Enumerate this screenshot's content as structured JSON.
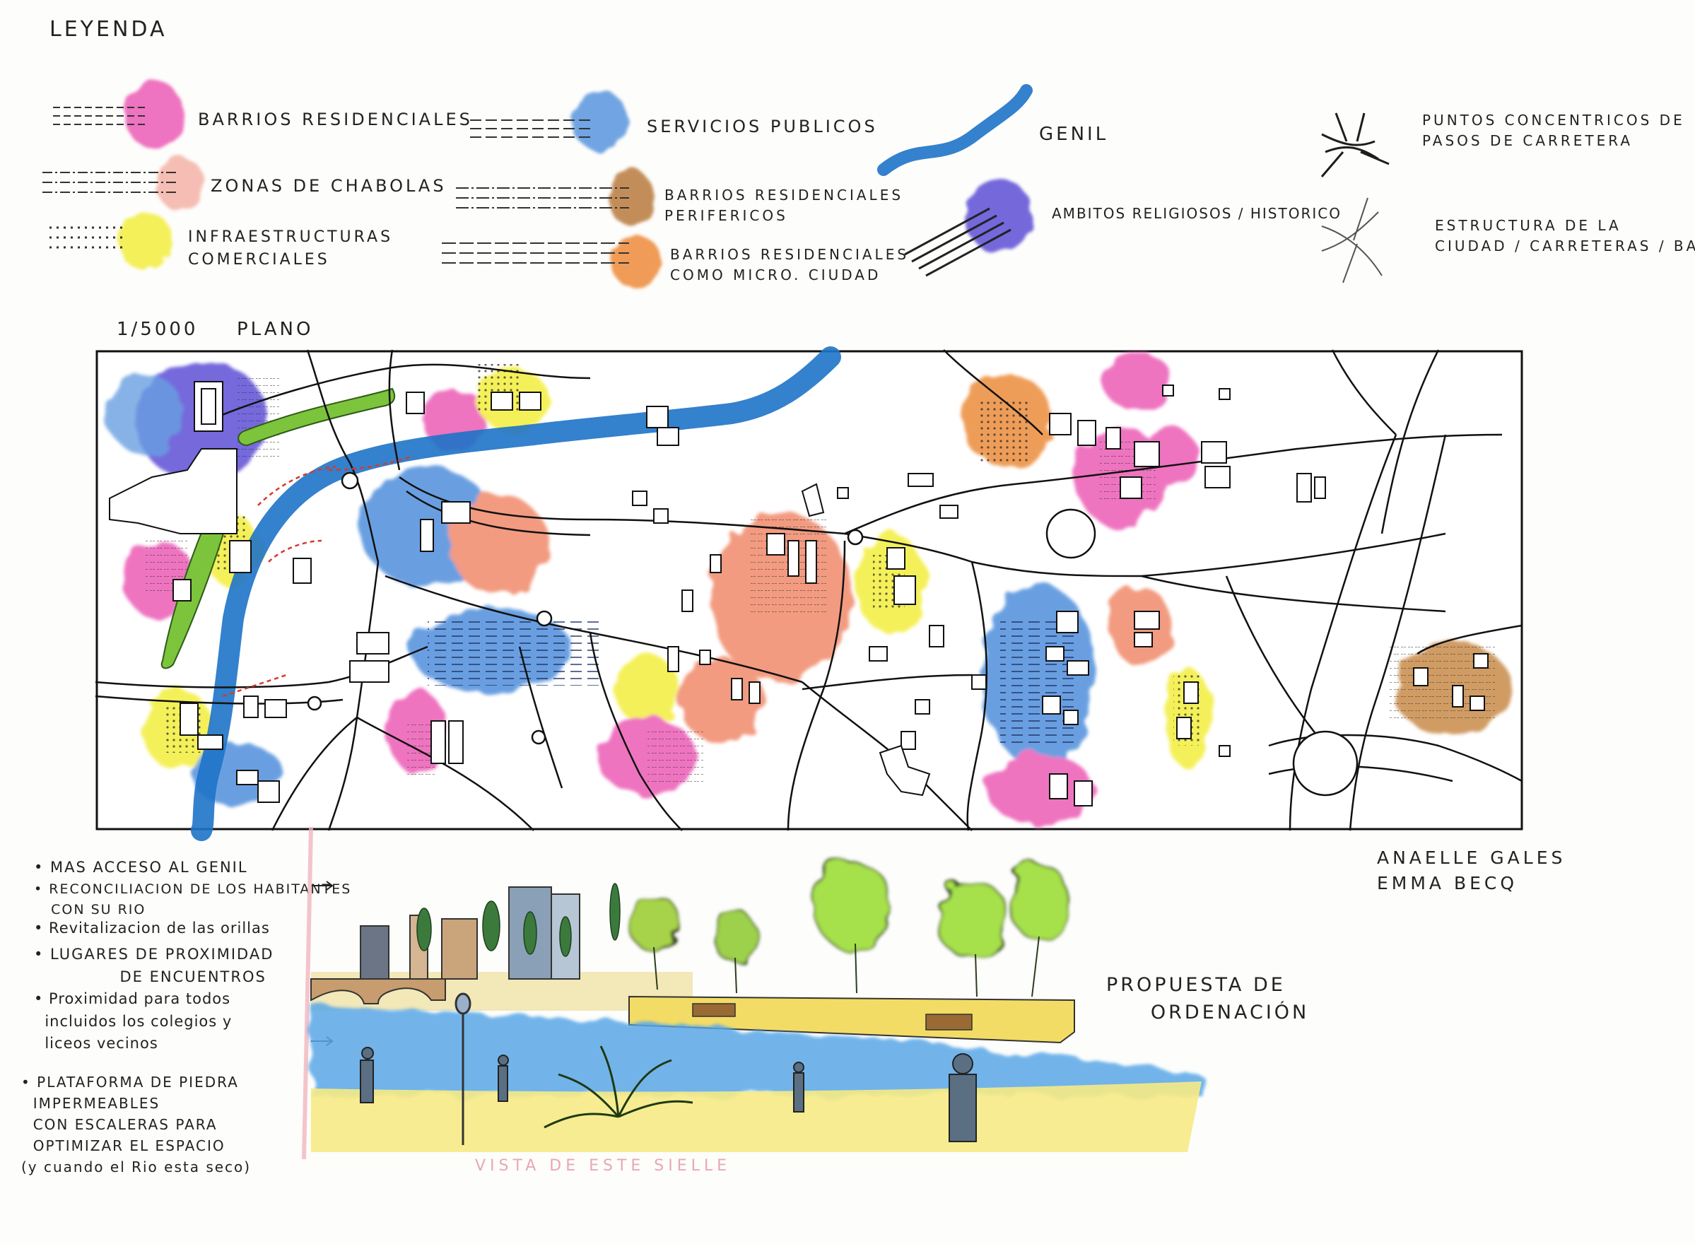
{
  "legend": {
    "title": "LEYENDA",
    "items": [
      {
        "label": "BARRIOS RESIDENCIALES",
        "color": "#ec5cb6"
      },
      {
        "label": "ZONAS DE CHABOLAS",
        "color": "#f4a8a0"
      },
      {
        "label": "INFRAESTRUCTURAS\nCOMERCIALES",
        "color": "#f3ee3c"
      },
      {
        "label": "SERVICIOS PUBLICOS",
        "color": "#4f8fdc"
      },
      {
        "label": "BARRIOS RESIDENCIALES\nPERIFERICOS",
        "color": "#b97a3c"
      },
      {
        "label": "BARRIOS RESIDENCIALES\nCOMO MICRO. CIUDAD",
        "color": "#ee8a3a"
      },
      {
        "label": "GENIL",
        "color": "#1e73c8"
      },
      {
        "label": "AMBITOS RELIGIOSOS / HISTORICO",
        "color": "#5d4fd6"
      },
      {
        "label": "PUNTOS CONCENTRICOS DE\nPASOS DE CARRETERA",
        "color": "#1d1d1d"
      },
      {
        "label": "ESTRUCTURA DE LA\nCIUDAD / CARRETERAS / BARRIOS",
        "color": "#555555"
      }
    ]
  },
  "plan": {
    "scale": "1/5000",
    "title": "PLANO"
  },
  "notes": [
    "• MAS ACCESO AL GENIL",
    "• RECONCILIACION DE LOS HABITANTES\n   CON SU RIO",
    "• Revitalizacion de las orillas",
    "• LUGARES DE PROXIMIDAD\n              DE ENCUENTROS",
    "• Proximidad para todos\n  incluidos los colegios y\n  liceos vecinos",
    "• PLATAFORMA DE PIEDRA\n  IMPERMEABLES\n  CON ESCALERAS PARA\n  OPTIMIZAR EL ESPACIO\n(y cuando el Rio esta seco)"
  ],
  "view_caption": "VISTA DE ESTE SIELLE",
  "proposal": "PROPUESTA DE\n     ORDENACIÓN",
  "authors": "ANAELLE GALES\nEMMA BECQ",
  "colors": {
    "pink": "#ec5cb6",
    "blue": "#4f8fdc",
    "river": "#1e73c8",
    "yellow": "#f3ee3c",
    "salmon": "#f08a6a",
    "brown": "#c88b4a",
    "purple": "#5d4fd6",
    "green": "#7cc43c"
  }
}
